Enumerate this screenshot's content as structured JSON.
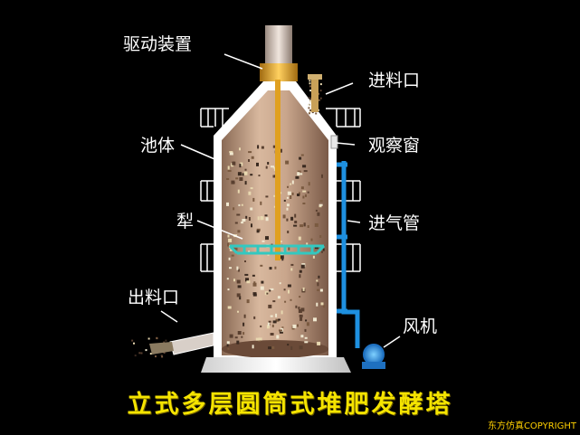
{
  "labels": {
    "drive": "驱动装置",
    "inlet": "进料口",
    "body": "池体",
    "window": "观察窗",
    "plow": "犁",
    "air_pipe": "进气管",
    "outlet": "出料口",
    "fan": "风机"
  },
  "title": "立式多层圆筒式堆肥发酵塔",
  "copyright": "东方仿真COPYRIGHT",
  "colors": {
    "background": "#000000",
    "tower_body": "#c8a58a",
    "wall": "#ffffff",
    "drive": "#e8b030",
    "plow": "#33c8c0",
    "air_pipe": "#1e90e0",
    "title": "#f5e400",
    "copyright": "#ffd000"
  }
}
